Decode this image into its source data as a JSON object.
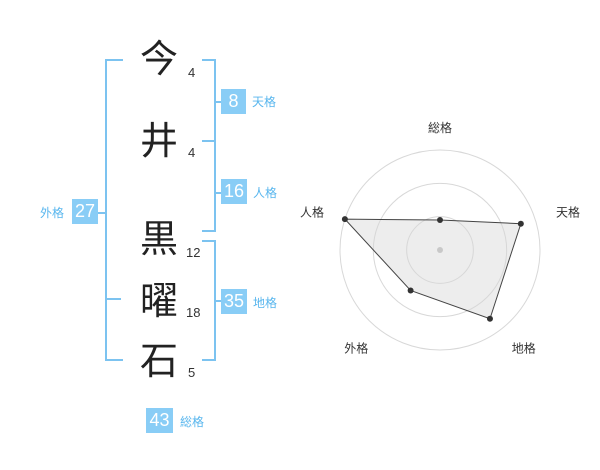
{
  "name_chars": [
    {
      "char": "今",
      "strokes": "4"
    },
    {
      "char": "井",
      "strokes": "4"
    },
    {
      "char": "黒",
      "strokes": "12"
    },
    {
      "char": "曜",
      "strokes": "18"
    },
    {
      "char": "石",
      "strokes": "5"
    }
  ],
  "fortunes": {
    "tenkaku": {
      "value": "8",
      "label": "天格"
    },
    "jinkaku": {
      "value": "16",
      "label": "人格"
    },
    "chikaku": {
      "value": "35",
      "label": "地格"
    },
    "gaikaku": {
      "value": "27",
      "label": "外格"
    },
    "soukaku": {
      "value": "43",
      "label": "総格"
    }
  },
  "colors": {
    "accent": "#89cdf6",
    "bracket": "#7cc3f0",
    "label": "#58b6ee"
  },
  "chart_data": {
    "type": "radar",
    "axes": [
      "総格",
      "天格",
      "地格",
      "外格",
      "人格"
    ],
    "values": [
      0.3,
      0.85,
      0.85,
      0.5,
      1.0
    ],
    "range": [
      0,
      1
    ],
    "rings": 3,
    "grid": true
  }
}
